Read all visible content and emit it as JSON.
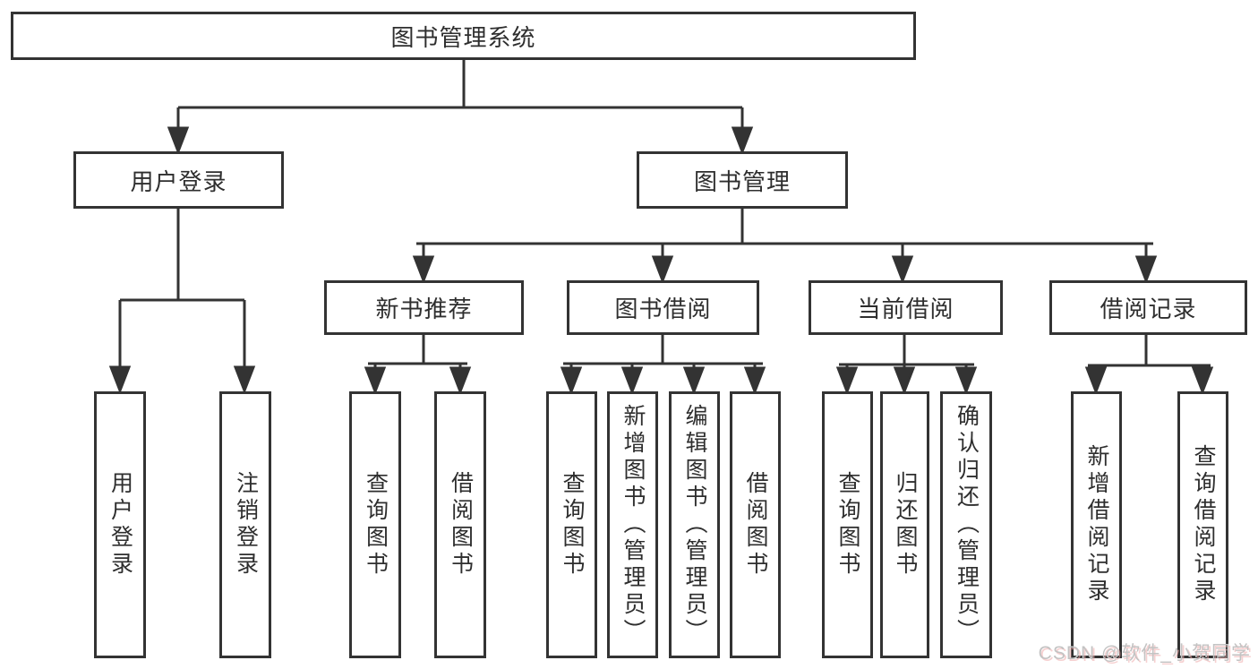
{
  "colors": {
    "line": "#333333",
    "text": "#2e2e2e",
    "background": "#ffffff",
    "watermark_gray": "#c3c3c3",
    "watermark_pink": "#eeaaaa"
  },
  "watermark": {
    "text": "CSDN @软件_小贺同学"
  },
  "diagram": {
    "title": "图书管理系统",
    "branches": [
      {
        "label": "用户登录",
        "children": [
          {
            "label": "用户登录"
          },
          {
            "label": "注销登录"
          }
        ]
      },
      {
        "label": "图书管理",
        "children": [
          {
            "label": "新书推荐",
            "children": [
              {
                "label": "查询图书"
              },
              {
                "label": "借阅图书"
              }
            ]
          },
          {
            "label": "图书借阅",
            "children": [
              {
                "label": "查询图书"
              },
              {
                "label": "新增图书（管理员）"
              },
              {
                "label": "编辑图书（管理员）"
              },
              {
                "label": "借阅图书"
              }
            ]
          },
          {
            "label": "当前借阅",
            "children": [
              {
                "label": "查询图书"
              },
              {
                "label": "归还图书"
              },
              {
                "label": "确认归还（管理员）"
              }
            ]
          },
          {
            "label": "借阅记录",
            "children": [
              {
                "label": "新增借阅记录"
              },
              {
                "label": "查询借阅记录"
              }
            ]
          }
        ]
      }
    ]
  }
}
